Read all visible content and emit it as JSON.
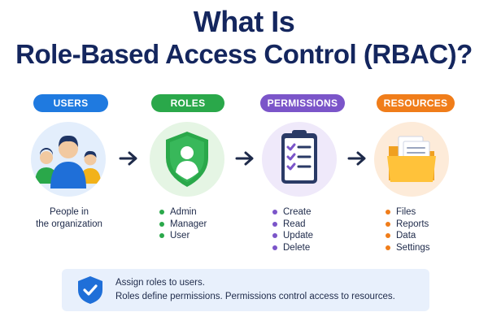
{
  "title": {
    "line1": "What Is",
    "line2": "Role-Based Access Control (RBAC)?"
  },
  "columns": [
    {
      "label": "USERS",
      "color": "#1f7ae0",
      "icon": "users-group-icon",
      "caption": [
        "People in",
        "the organization"
      ]
    },
    {
      "label": "ROLES",
      "color": "#2aa84a",
      "icon": "shield-user-icon",
      "items": [
        "Admin",
        "Manager",
        "User"
      ]
    },
    {
      "label": "PERMISSIONS",
      "color": "#7b55c9",
      "icon": "clipboard-checklist-icon",
      "items": [
        "Create",
        "Read",
        "Update",
        "Delete"
      ]
    },
    {
      "label": "RESOURCES",
      "color": "#f07d1a",
      "icon": "folder-files-icon",
      "items": [
        "Files",
        "Reports",
        "Data",
        "Settings"
      ]
    }
  ],
  "banner": {
    "icon": "shield-check-icon",
    "line1": "Assign roles to users.",
    "line2": "Roles define permissions. Permissions control access to resources."
  }
}
